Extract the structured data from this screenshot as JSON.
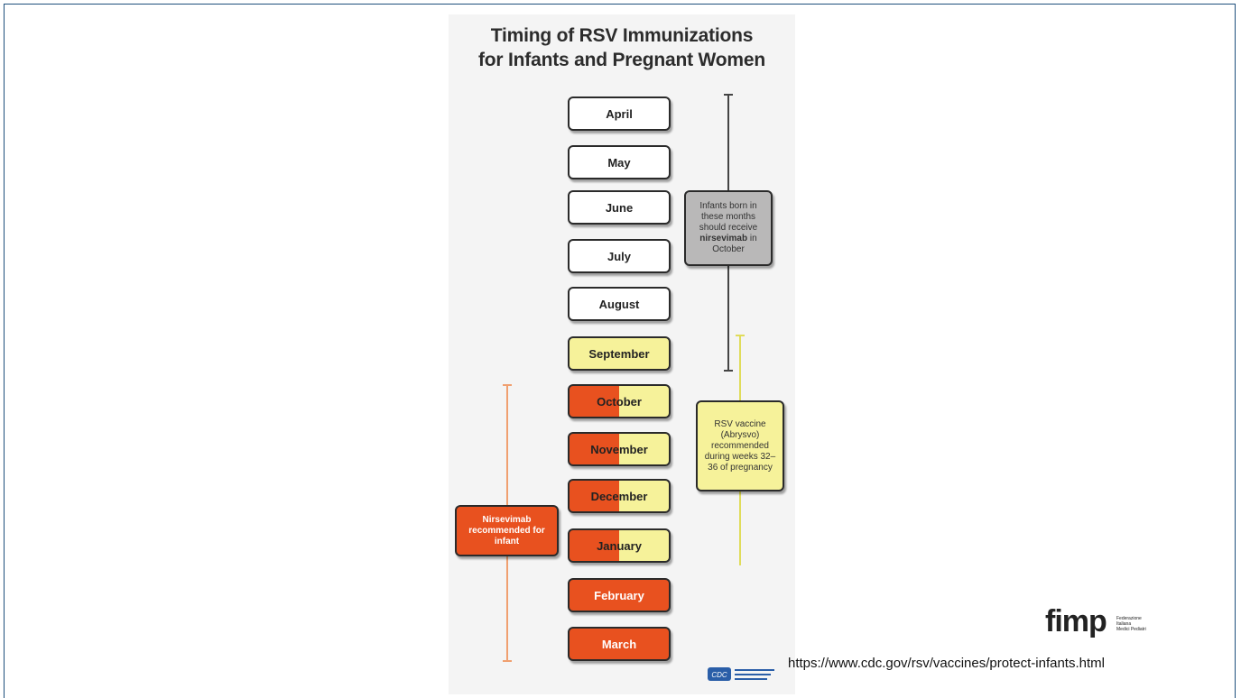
{
  "title_line1": "Timing of RSV Immunizations",
  "title_line2": "for Infants and Pregnant Women",
  "months": [
    "April",
    "May",
    "June",
    "July",
    "August",
    "September",
    "October",
    "November",
    "December",
    "January",
    "February",
    "March"
  ],
  "callouts": {
    "gray_pre": "Infants born in these months should receive",
    "gray_bold": "nirsevimab",
    "gray_post": "in October",
    "yellow": "RSV vaccine (Abrysvo) recommended during weeks 32–36 of pregnancy",
    "orange": "Nirsevimab recommended for infant"
  },
  "source_url": "https://www.cdc.gov/rsv/vaccines/protect-infants.html",
  "fimp": {
    "word": "fimp",
    "sub_line1": "Federazione",
    "sub_line2": "Italiana",
    "sub_line3": "Medici Pediatri"
  },
  "colors": {
    "orange": "#e8511f",
    "yellow": "#f6f29a",
    "gray": "#b9b8b8",
    "frame": "#1d4f7c"
  }
}
